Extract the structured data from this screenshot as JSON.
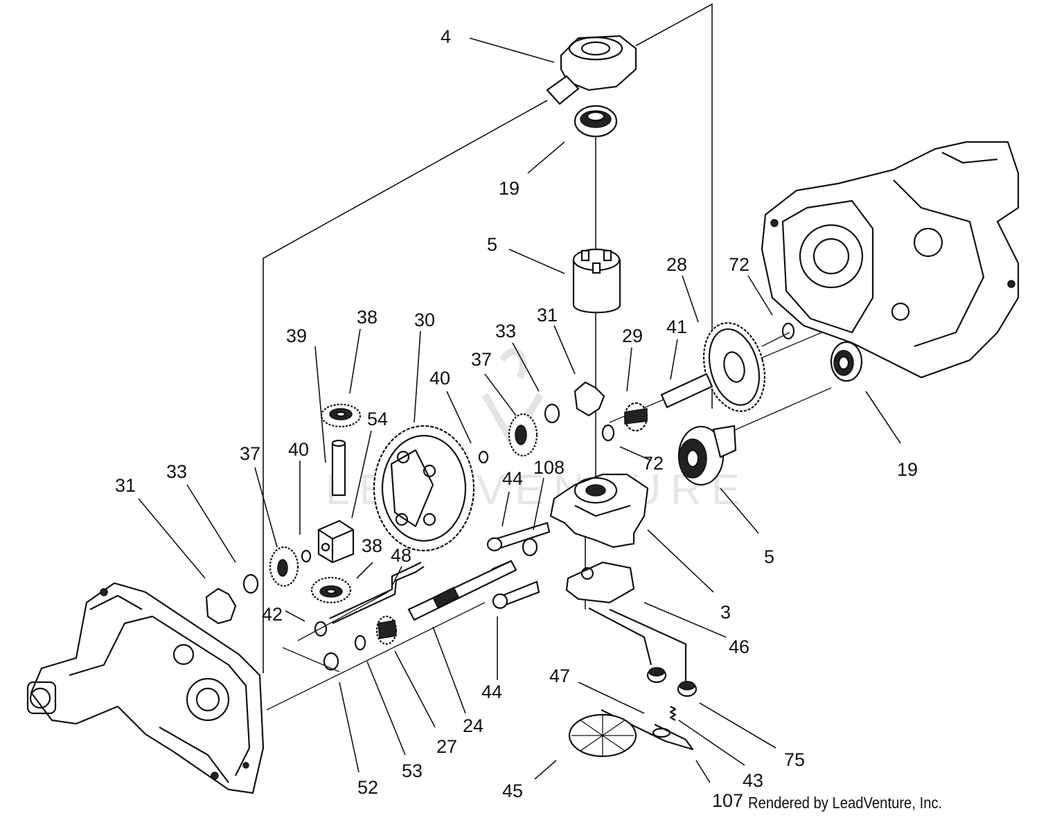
{
  "watermark": "LEADVENTURE",
  "credit": "Rendered by LeadVenture, Inc.",
  "callouts": [
    {
      "id": "4",
      "label": "4"
    },
    {
      "id": "19a",
      "label": "19"
    },
    {
      "id": "5a",
      "label": "5"
    },
    {
      "id": "28",
      "label": "28"
    },
    {
      "id": "72a",
      "label": "72"
    },
    {
      "id": "29",
      "label": "29"
    },
    {
      "id": "41",
      "label": "41"
    },
    {
      "id": "31a",
      "label": "31"
    },
    {
      "id": "33a",
      "label": "33"
    },
    {
      "id": "37a",
      "label": "37"
    },
    {
      "id": "38a",
      "label": "38"
    },
    {
      "id": "30",
      "label": "30"
    },
    {
      "id": "39",
      "label": "39"
    },
    {
      "id": "40a",
      "label": "40"
    },
    {
      "id": "54",
      "label": "54"
    },
    {
      "id": "37b",
      "label": "37"
    },
    {
      "id": "40b",
      "label": "40"
    },
    {
      "id": "33b",
      "label": "33"
    },
    {
      "id": "31b",
      "label": "31"
    },
    {
      "id": "72b",
      "label": "72"
    },
    {
      "id": "19b",
      "label": "19"
    },
    {
      "id": "108",
      "label": "108"
    },
    {
      "id": "44a",
      "label": "44"
    },
    {
      "id": "5b",
      "label": "5"
    },
    {
      "id": "3",
      "label": "3"
    },
    {
      "id": "38b",
      "label": "38"
    },
    {
      "id": "48",
      "label": "48"
    },
    {
      "id": "42",
      "label": "42"
    },
    {
      "id": "46",
      "label": "46"
    },
    {
      "id": "44b",
      "label": "44"
    },
    {
      "id": "24",
      "label": "24"
    },
    {
      "id": "27",
      "label": "27"
    },
    {
      "id": "53",
      "label": "53"
    },
    {
      "id": "52",
      "label": "52"
    },
    {
      "id": "47",
      "label": "47"
    },
    {
      "id": "75",
      "label": "75"
    },
    {
      "id": "43",
      "label": "43"
    },
    {
      "id": "45",
      "label": "45"
    },
    {
      "id": "107",
      "label": "107"
    }
  ]
}
